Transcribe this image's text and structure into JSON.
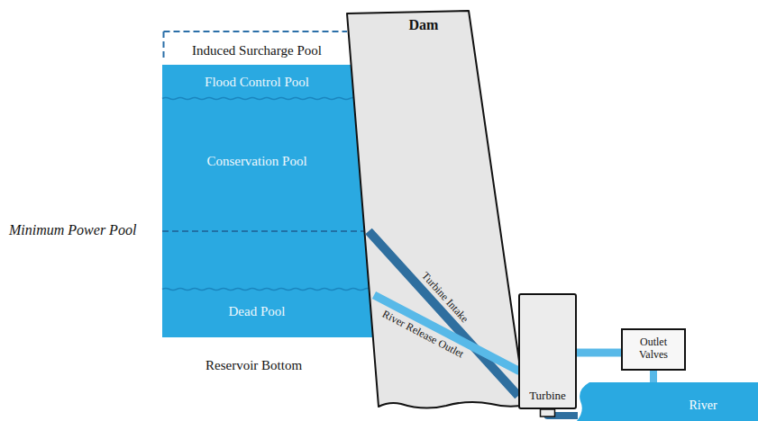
{
  "diagram": {
    "nodes": [
      {
        "text": [
          "Induced Surcharge Pool"
        ]
      },
      {
        "text": [
          "Flood Control Pool"
        ]
      },
      {
        "text": [
          "Conservation Pool"
        ]
      },
      {
        "text": [
          "Dead Pool"
        ]
      },
      {
        "text": [
          "Dam"
        ]
      },
      {
        "text": [
          "Turbine"
        ]
      },
      {
        "text": [
          "Outlet Valves"
        ]
      },
      {
        "text": [
          "River"
        ]
      }
    ],
    "edges": [
      {
        "from": 2,
        "to": 5,
        "label": "Turbine Intake",
        "arrow": "none"
      },
      {
        "from": 3,
        "to": 6,
        "label": "River Release Outlet",
        "arrow": "none"
      },
      {
        "from": 5,
        "to": 7,
        "arrow": "none"
      },
      {
        "from": 6,
        "to": 7,
        "arrow": "none"
      }
    ],
    "labels": [
      "Minimum Power Pool",
      "Reservoir Bottom"
    ]
  }
}
